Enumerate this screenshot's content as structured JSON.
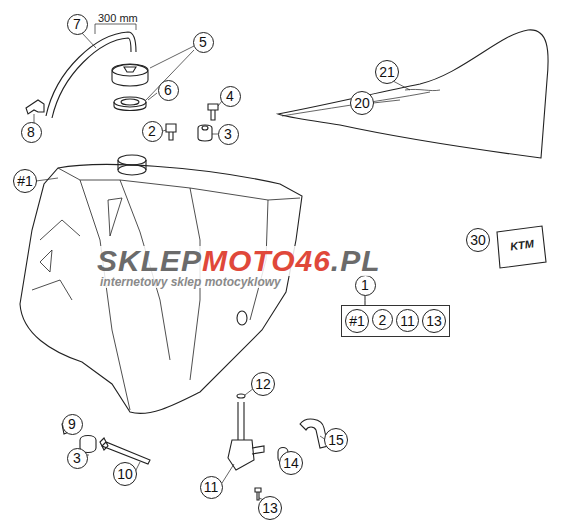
{
  "diagram": {
    "nodes": [
      {
        "text": [
          "7"
        ]
      },
      {
        "text": [
          "5"
        ]
      },
      {
        "text": [
          "6"
        ]
      },
      {
        "text": [
          "4"
        ]
      },
      {
        "text": [
          "21"
        ]
      },
      {
        "text": [
          "20"
        ]
      },
      {
        "text": [
          "2"
        ]
      },
      {
        "text": [
          "3"
        ]
      },
      {
        "text": [
          "8"
        ]
      },
      {
        "text": [
          "#1"
        ]
      },
      {
        "text": [
          "30"
        ]
      },
      {
        "text": [
          "1"
        ]
      },
      {
        "text": []
      },
      {
        "text": [
          "#1"
        ],
        "in": 12
      },
      {
        "text": [
          "2"
        ],
        "in": 12
      },
      {
        "text": [
          "11"
        ],
        "in": 12
      },
      {
        "text": [
          "13"
        ],
        "in": 12
      },
      {
        "text": [
          "12"
        ]
      },
      {
        "text": [
          "9"
        ]
      },
      {
        "text": [
          "15"
        ]
      },
      {
        "text": [
          "3"
        ]
      },
      {
        "text": [
          "14"
        ]
      },
      {
        "text": [
          "11"
        ]
      },
      {
        "text": [
          "10"
        ]
      },
      {
        "text": [
          "13"
        ]
      }
    ],
    "edges": [
      {
        "from": 11,
        "to": 12,
        "arrow": "none"
      }
    ],
    "labels": [
      "300 mm",
      "SKLEP",
      "MOTO46",
      ".PL",
      "internetowy sklep motocyklowy",
      "KTM"
    ]
  }
}
